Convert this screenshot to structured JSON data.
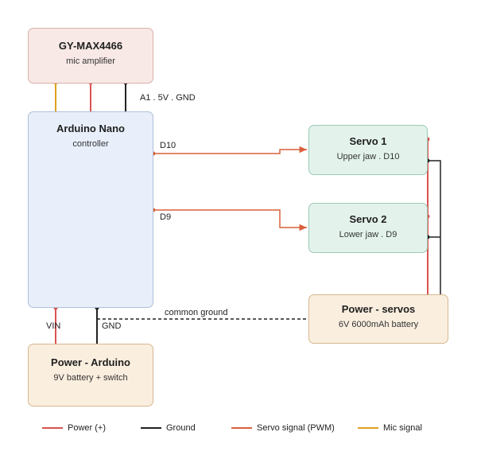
{
  "colors": {
    "power": "#d9534f",
    "ground": "#222222",
    "servo_signal": "#d9603b",
    "mic_signal": "#e0a020"
  },
  "boxes": {
    "mic": {
      "title": "GY-MAX4466",
      "subtitle": "mic amplifier"
    },
    "nano": {
      "title": "Arduino Nano",
      "subtitle": "controller"
    },
    "servo1": {
      "title": "Servo 1",
      "subtitle": "Upper jaw . D10"
    },
    "servo2": {
      "title": "Servo 2",
      "subtitle": "Lower jaw . D9"
    },
    "power_servos": {
      "title": "Power - servos",
      "subtitle": "6V 6000mAh battery"
    },
    "power_arduino": {
      "title": "Power - Arduino",
      "subtitle": "9V battery + switch"
    }
  },
  "labels": {
    "mic_pins": "A1 . 5V . GND",
    "d10": "D10",
    "d9": "D9",
    "common_ground": "common ground",
    "vin": "VIN",
    "gnd": "GND"
  },
  "legend": [
    {
      "label": "Power (+)",
      "color": "#d9534f"
    },
    {
      "label": "Ground",
      "color": "#222222"
    },
    {
      "label": "Servo signal (PWM)",
      "color": "#d9603b"
    },
    {
      "label": "Mic signal",
      "color": "#e0a020"
    }
  ]
}
